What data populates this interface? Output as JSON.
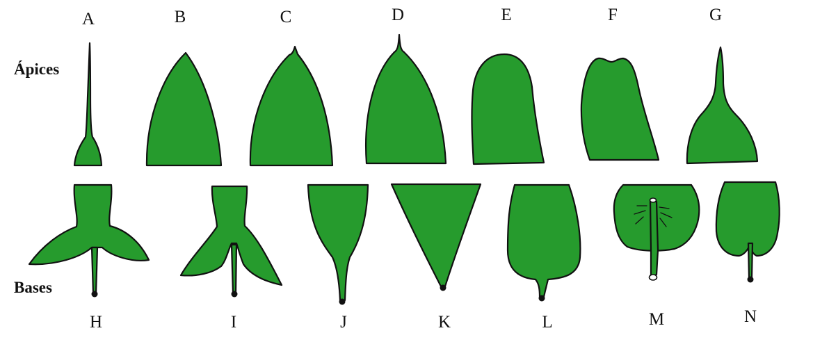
{
  "row_labels": {
    "apices": "Ápices",
    "bases": "Bases"
  },
  "apices": [
    {
      "letter": "A",
      "shape": "acuminate-linear-tip"
    },
    {
      "letter": "B",
      "shape": "acute"
    },
    {
      "letter": "C",
      "shape": "cuspidate"
    },
    {
      "letter": "D",
      "shape": "mucronate"
    },
    {
      "letter": "E",
      "shape": "obtuse"
    },
    {
      "letter": "F",
      "shape": "emarginate"
    },
    {
      "letter": "G",
      "shape": "acuminate"
    }
  ],
  "bases": [
    {
      "letter": "H",
      "shape": "hastate"
    },
    {
      "letter": "I",
      "shape": "sagittate"
    },
    {
      "letter": "J",
      "shape": "attenuate"
    },
    {
      "letter": "K",
      "shape": "cuneate"
    },
    {
      "letter": "L",
      "shape": "obtuse"
    },
    {
      "letter": "M",
      "shape": "peltate"
    },
    {
      "letter": "N",
      "shape": "cordate"
    }
  ],
  "colors": {
    "leaf_fill": "#269b2d",
    "outline": "#111111",
    "background": "#ffffff"
  }
}
